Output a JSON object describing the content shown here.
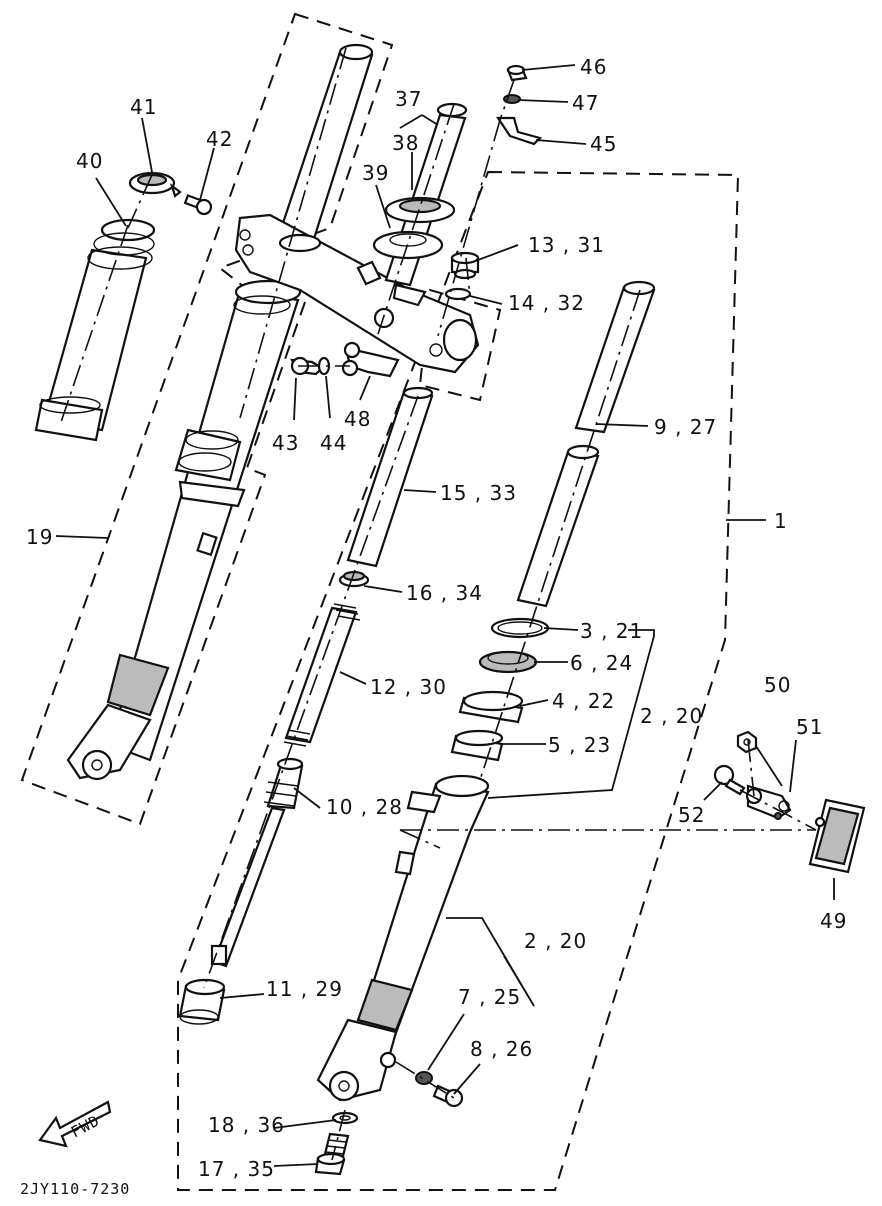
{
  "diagram": {
    "code": "2JY110-7230",
    "fwd_label": "FWD",
    "callouts": [
      {
        "id": "c46",
        "text": "46"
      },
      {
        "id": "c47",
        "text": "47"
      },
      {
        "id": "c45",
        "text": "45"
      },
      {
        "id": "c41",
        "text": "41"
      },
      {
        "id": "c42",
        "text": "42"
      },
      {
        "id": "c37",
        "text": "37"
      },
      {
        "id": "c38",
        "text": "38"
      },
      {
        "id": "c39",
        "text": "39"
      },
      {
        "id": "c40",
        "text": "40"
      },
      {
        "id": "c13",
        "text": "13 , 31"
      },
      {
        "id": "c14",
        "text": "14 , 32"
      },
      {
        "id": "c9",
        "text": "9 , 27"
      },
      {
        "id": "c43",
        "text": "43"
      },
      {
        "id": "c44",
        "text": "44"
      },
      {
        "id": "c48",
        "text": "48"
      },
      {
        "id": "c15",
        "text": "15 , 33"
      },
      {
        "id": "c1",
        "text": "1"
      },
      {
        "id": "c19",
        "text": "19"
      },
      {
        "id": "c16",
        "text": "16 , 34"
      },
      {
        "id": "c3",
        "text": "3 , 21"
      },
      {
        "id": "c6",
        "text": "6 , 24"
      },
      {
        "id": "c12",
        "text": "12 , 30"
      },
      {
        "id": "c4",
        "text": "4 , 22"
      },
      {
        "id": "c2a",
        "text": "2 , 20"
      },
      {
        "id": "c50",
        "text": "50"
      },
      {
        "id": "c5",
        "text": "5 , 23"
      },
      {
        "id": "c51",
        "text": "51"
      },
      {
        "id": "c10",
        "text": "10 , 28"
      },
      {
        "id": "c52",
        "text": "52"
      },
      {
        "id": "c49",
        "text": "49"
      },
      {
        "id": "c2b",
        "text": "2 , 20"
      },
      {
        "id": "c7",
        "text": "7 , 25"
      },
      {
        "id": "c11",
        "text": "11 , 29"
      },
      {
        "id": "c8",
        "text": "8 , 26"
      },
      {
        "id": "c18",
        "text": "18 , 36"
      },
      {
        "id": "c17",
        "text": "17 , 35"
      }
    ]
  }
}
